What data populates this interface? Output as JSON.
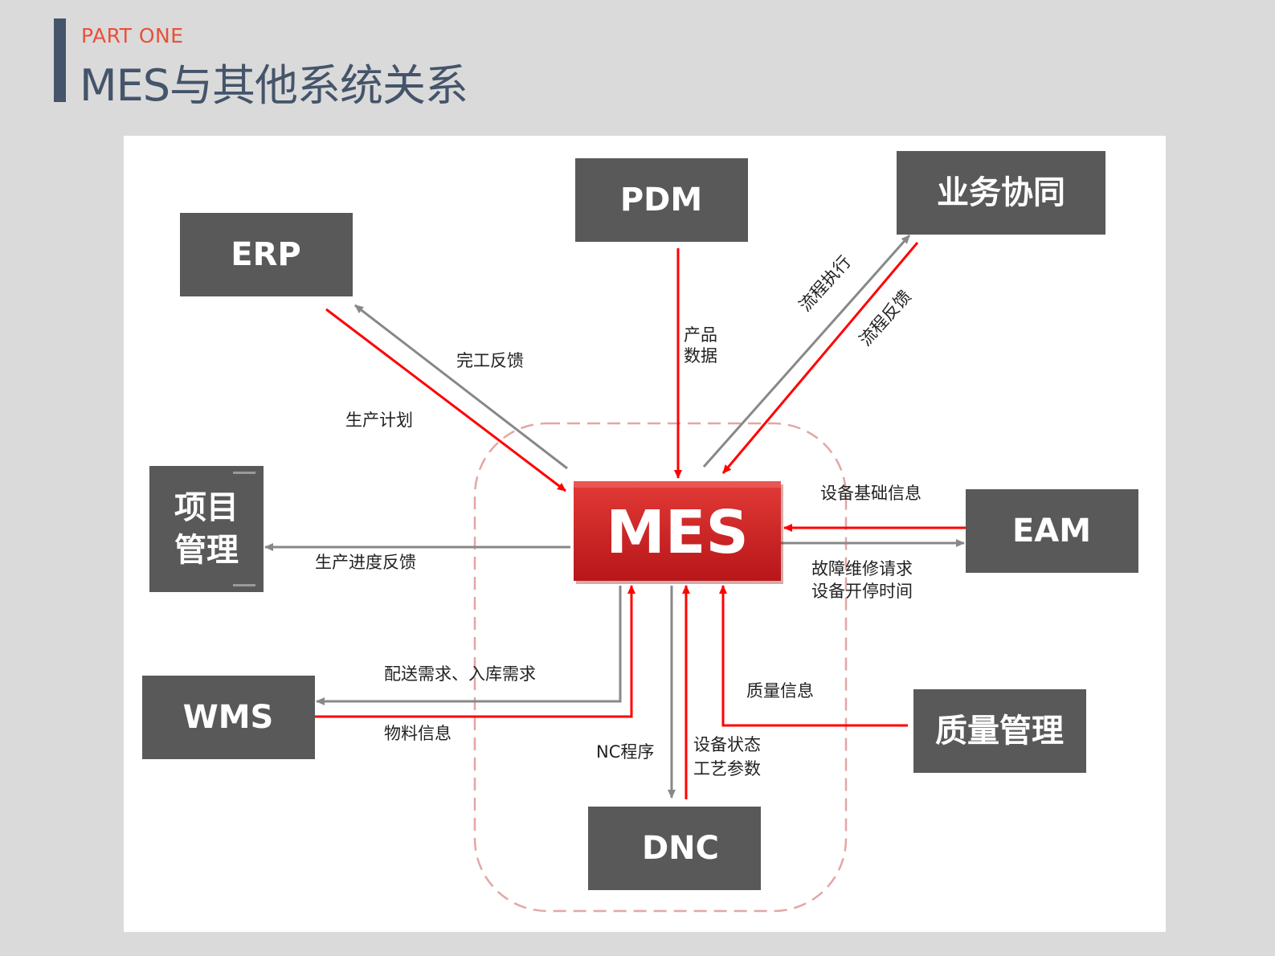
{
  "header": {
    "section_label": "PART ONE",
    "title": "MES与其他系统关系"
  },
  "nodes": {
    "mes": "MES",
    "erp": "ERP",
    "pdm": "PDM",
    "business": "业务协同",
    "project_line1": "项目",
    "project_line2": "管理",
    "eam": "EAM",
    "wms": "WMS",
    "quality": "质量管理",
    "dnc": "DNC"
  },
  "edge_labels": {
    "erp_feedback": "完工反馈",
    "erp_plan": "生产计划",
    "pdm_product_line1": "产品",
    "pdm_product_line2": "数据",
    "flow_exec": "流程执行",
    "flow_feedback": "流程反馈",
    "eam_basic": "设备基础信息",
    "eam_request_line1": "故障维修请求",
    "eam_request_line2": "设备开停时间",
    "project_progress": "生产进度反馈",
    "wms_demand": "配送需求、入库需求",
    "wms_material": "物料信息",
    "quality_info": "质量信息",
    "dnc_program": "NC程序",
    "dnc_status_line1": "设备状态",
    "dnc_status_line2": "工艺参数"
  },
  "colors": {
    "red_flow": "#ff0000",
    "gray_flow": "#888888",
    "node_fill": "#595959",
    "mes_fill": "#c9201f",
    "title": "#44546a",
    "accent": "#e8503a"
  }
}
